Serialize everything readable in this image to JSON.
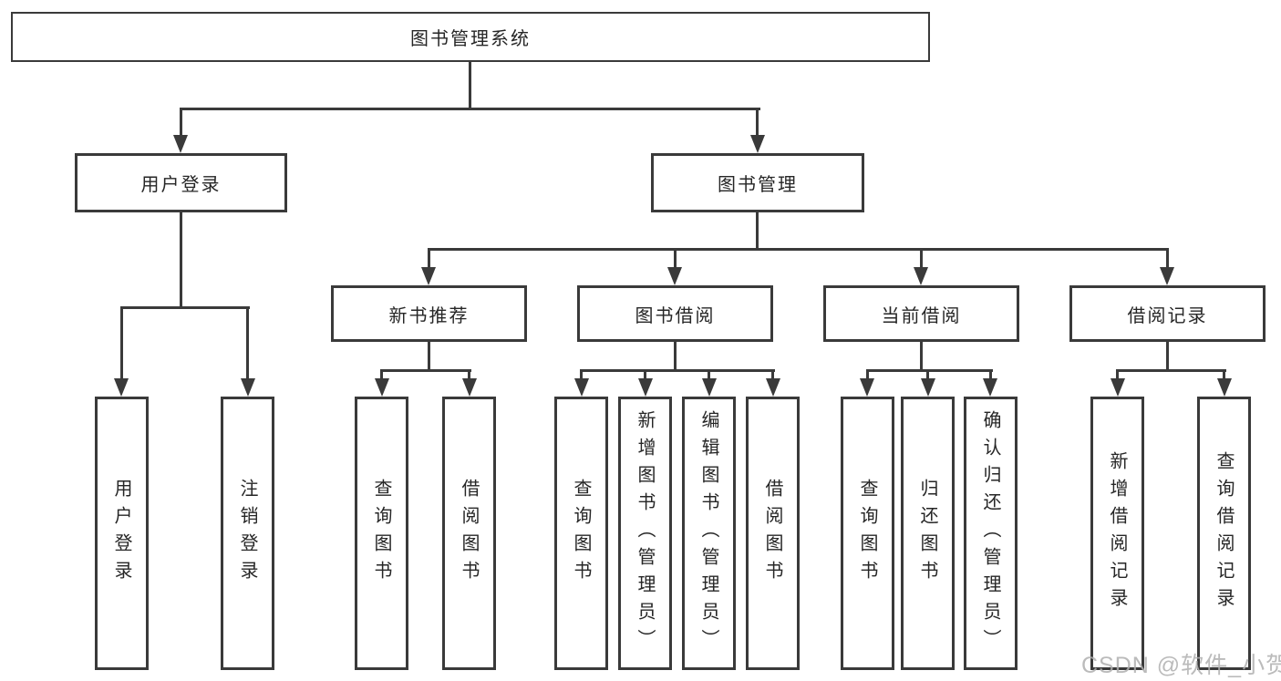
{
  "diagram": {
    "root": {
      "label": "图书管理系统"
    },
    "branches": [
      {
        "label": "用户登录",
        "children": [
          {
            "label": "用户登录"
          },
          {
            "label": "注销登录"
          }
        ]
      },
      {
        "label": "图书管理",
        "children": [
          {
            "label": "新书推荐",
            "children": [
              {
                "label": "查询图书"
              },
              {
                "label": "借阅图书"
              }
            ]
          },
          {
            "label": "图书借阅",
            "children": [
              {
                "label": "查询图书"
              },
              {
                "label": "新增图书（管理员）"
              },
              {
                "label": "编辑图书（管理员）"
              },
              {
                "label": "借阅图书"
              }
            ]
          },
          {
            "label": "当前借阅",
            "children": [
              {
                "label": "查询图书"
              },
              {
                "label": "归还图书"
              },
              {
                "label": "确认归还（管理员）"
              }
            ]
          },
          {
            "label": "借阅记录",
            "children": [
              {
                "label": "新增借阅记录"
              },
              {
                "label": "查询借阅记录"
              }
            ]
          }
        ]
      }
    ]
  },
  "watermark": {
    "text": "CSDN @软件_小贺同学"
  },
  "colors": {
    "line": "#3a3a3a",
    "text": "#262626",
    "watermark": "#b0b0b0",
    "background": "#ffffff"
  }
}
